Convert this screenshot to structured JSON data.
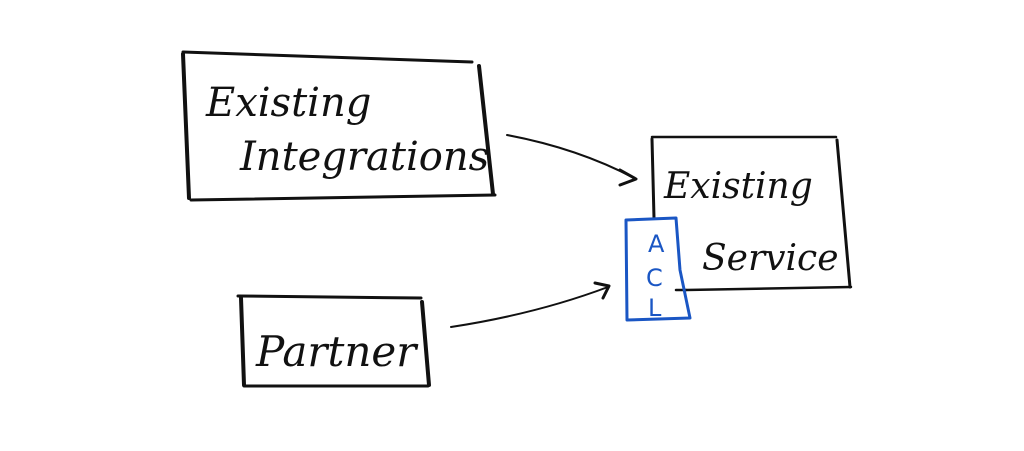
{
  "diagram": {
    "nodes": {
      "existing_integrations": {
        "line1": "Existing",
        "line2": "Integrations"
      },
      "partner": {
        "label": "Partner"
      },
      "existing_service": {
        "line1": "Existing",
        "line2": "Service"
      },
      "acl": {
        "letters": [
          "A",
          "C",
          "L"
        ]
      }
    },
    "edges": [
      {
        "from": "existing_integrations",
        "to": "existing_service"
      },
      {
        "from": "partner",
        "to": "acl"
      }
    ],
    "colors": {
      "ink": "#111111",
      "acl": "#1a56c4",
      "background": "#ffffff"
    }
  }
}
